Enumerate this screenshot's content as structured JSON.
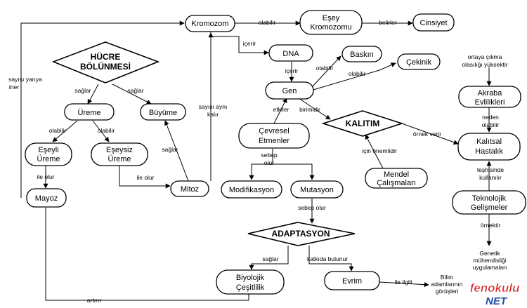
{
  "nodes": {
    "kromozom": "Kromozom",
    "esey_kromozomu": [
      "Eşey",
      "Kromozomu"
    ],
    "cinsiyet": "Cinsiyet",
    "hucre_bolunmesi": [
      "HÜCRE",
      "BÖLÜNMESİ"
    ],
    "dna": "DNA",
    "baskin": "Baskın",
    "cekinik": "Çekinik",
    "gen": "Gen",
    "akraba_evlilikleri": [
      "Akraba",
      "Evlilikleri"
    ],
    "ureme": "Üreme",
    "buyume": "Büyüme",
    "kalitim": "KALITIM",
    "cevresel_etmenler": [
      "Çevresel",
      "Etmenler"
    ],
    "kalitsal_hastalik": [
      "Kalıtsal",
      "Hastalık"
    ],
    "eseyli_ureme": [
      "Eşeyli",
      "Üreme"
    ],
    "eseysiz_ureme": [
      "Eşeysiz",
      "Üreme"
    ],
    "mendel_calismalari": [
      "Mendel",
      "Çalışmaları"
    ],
    "modifikasyon": "Modifikasyon",
    "mutasyon": "Mutasyon",
    "mitoz": "Mitoz",
    "mayoz": "Mayoz",
    "teknolojik_gelismeler": [
      "Teknolojik",
      "Gelişmeler"
    ],
    "adaptasyon": "ADAPTASYON",
    "biyolojik_cesitlilik": [
      "Biyolojik",
      "Çeşitlilik"
    ],
    "evrim": "Evrim",
    "genetik_muhendisligi": [
      "Genetik",
      "mühendisliği",
      "uygulamaları"
    ],
    "bilim_adamlari": [
      "Bilim",
      "adamlarının",
      "görüşleri"
    ]
  },
  "labels": {
    "olabilir_1": "olabilir",
    "belirler": "belirler",
    "icerir_1": "içerir",
    "icerir_2": "içerir",
    "olabilir_baskin": "olabilir",
    "olabilir_cekinik": "olabilir",
    "ortaya_cikma": [
      "ortaya çıkma",
      "olasılığı yüksektir"
    ],
    "sayisi_yariya": [
      "sayısı yarıya",
      "iner"
    ],
    "saglar_left": "sağlar",
    "saglar_right": "sağlar",
    "sayisi_ayni": [
      "sayısı aynı",
      "kalır"
    ],
    "etkiler": "etkiler",
    "birimidir": "birimidir",
    "neden_olabilir": [
      "neden",
      "olabilir"
    ],
    "ornek_verir": "örnek verir",
    "olabilir_eseyli": "olabilir",
    "olabilir_eseysiz": "olabilir",
    "saglar_mitoz": "sağlar",
    "sebep_olur_1": [
      "sebep",
      "olur"
    ],
    "icin_onemlidir": "için önemlidir",
    "teshisinde": [
      "teşhisinde",
      "kullanılır"
    ],
    "ile_olur_1": [
      "ile olur"
    ],
    "ile_olur_2": "ile olur",
    "sebep_olur_2": "sebep olur",
    "ornektir": "örnektir",
    "saglar_adapt": "sağlar",
    "katkida": "katkıda bulunur",
    "ile_ilgili": "ile ilgili",
    "artirir": "artırır"
  },
  "logo": {
    "top": "fenokulu",
    "bottom": "NET",
    "top_color": "#d8232a",
    "bottom_color": "#1d4fa3"
  }
}
